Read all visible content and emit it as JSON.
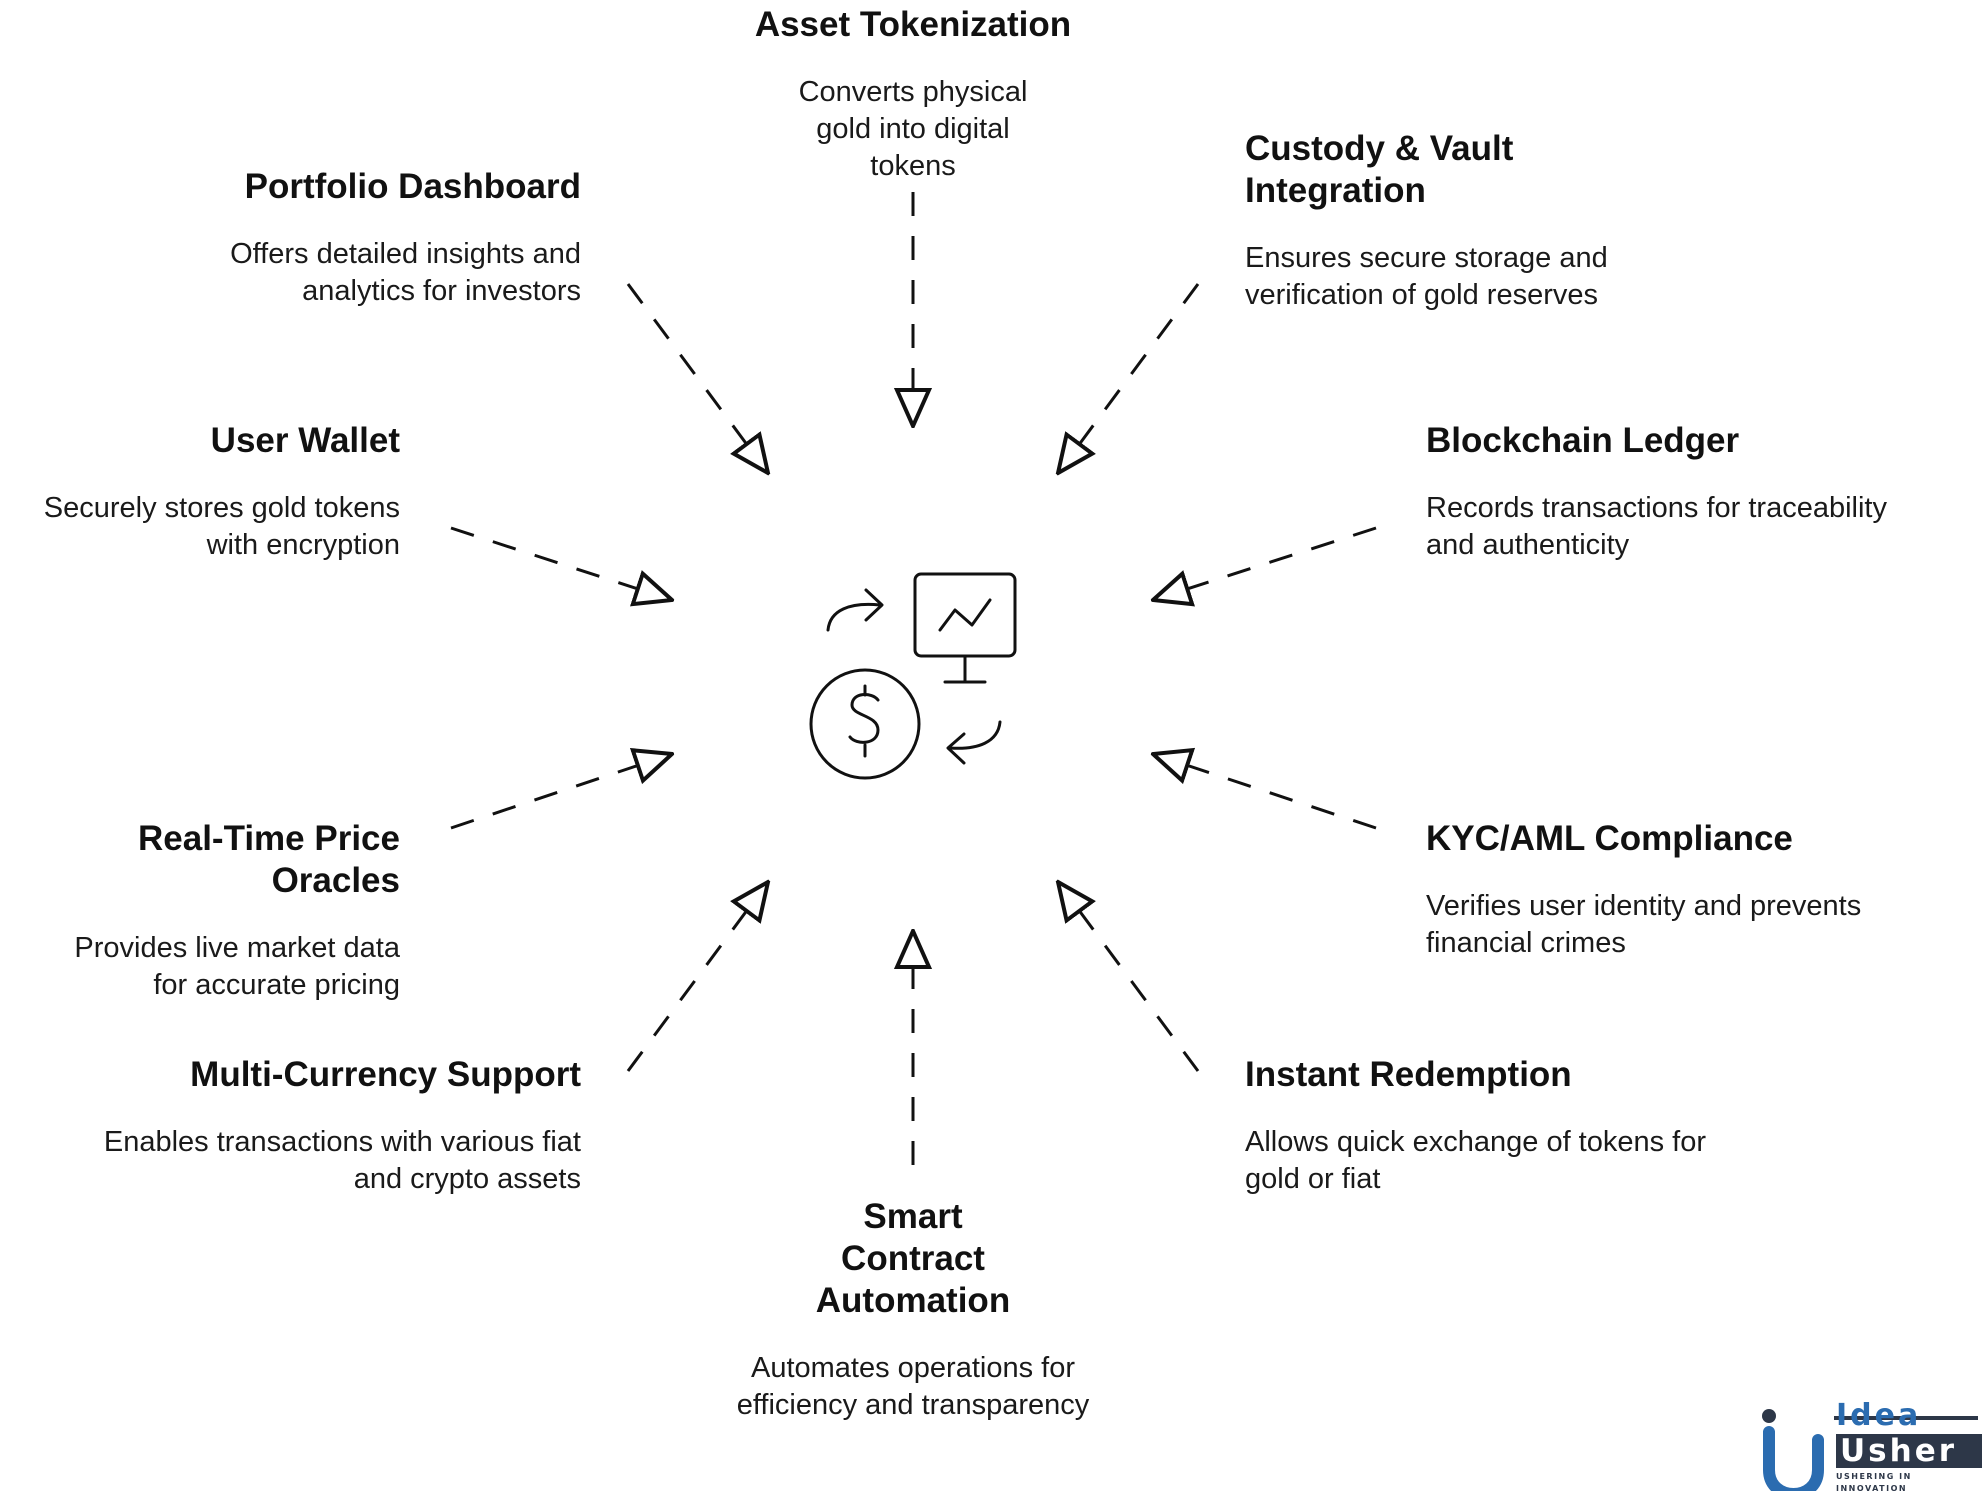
{
  "nodes": [
    {
      "id": "asset-tokenization",
      "title": "Asset Tokenization",
      "description": "Converts physical gold into digital tokens"
    },
    {
      "id": "custody-vault-integration",
      "title": "Custody & Vault Integration",
      "description": "Ensures secure storage and verification of gold reserves"
    },
    {
      "id": "blockchain-ledger",
      "title": "Blockchain Ledger",
      "description": "Records transactions for traceability and authenticity"
    },
    {
      "id": "kyc-aml-compliance",
      "title": "KYC/AML Compliance",
      "description": "Verifies user identity and prevents financial crimes"
    },
    {
      "id": "instant-redemption",
      "title": "Instant Redemption",
      "description": "Allows quick exchange of tokens for gold or fiat"
    },
    {
      "id": "smart-contract-automation",
      "title": "Smart Contract Automation",
      "description": "Automates operations for efficiency and transparency"
    },
    {
      "id": "multi-currency-support",
      "title": "Multi-Currency Support",
      "description": "Enables transactions with various fiat and crypto assets"
    },
    {
      "id": "real-time-price-oracles",
      "title": "Real-Time Price Oracles",
      "description": "Provides live market data for accurate pricing"
    },
    {
      "id": "user-wallet",
      "title": "User Wallet",
      "description": "Securely stores gold tokens with encryption"
    },
    {
      "id": "portfolio-dashboard",
      "title": "Portfolio Dashboard",
      "description": "Offers detailed insights and analytics for investors"
    }
  ],
  "center_icons": [
    "dollar-coin-icon",
    "monitor-chart-icon",
    "cycle-arrows-icon"
  ],
  "logo": {
    "line1": "Idea",
    "line2": "Usher",
    "tagline": "USHERING IN INNOVATION"
  },
  "colors": {
    "ink": "#111111",
    "logo_blue": "#2b6cb0",
    "logo_dark": "#2d3748",
    "background": "#ffffff"
  }
}
